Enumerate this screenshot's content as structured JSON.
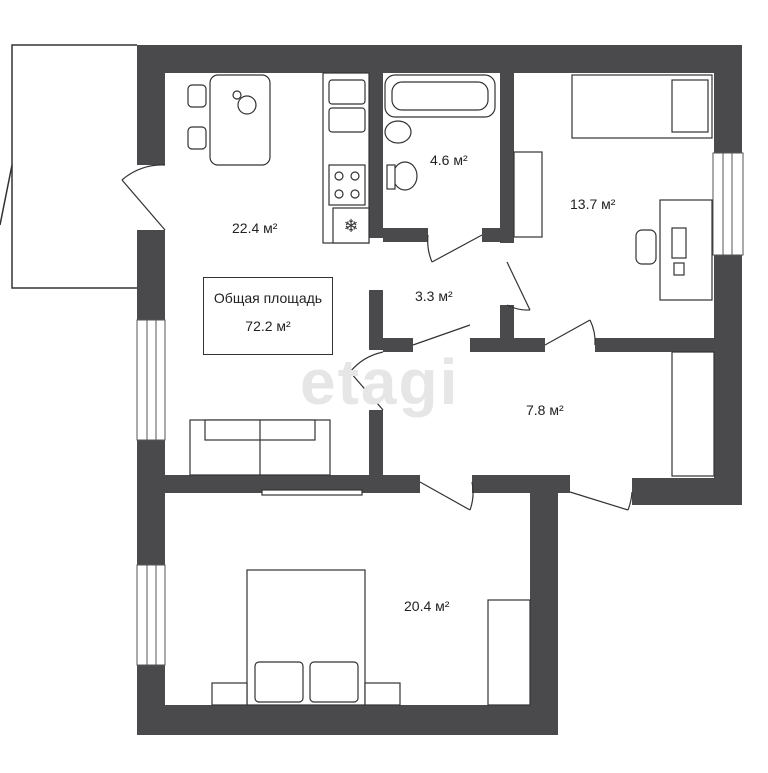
{
  "rooms": {
    "kitchen_living": {
      "area": "22.4 м²"
    },
    "bathroom": {
      "area": "4.6 м²"
    },
    "bedroom_small": {
      "area": "13.7 м²"
    },
    "wc_storage": {
      "area": "3.3 м²"
    },
    "hallway": {
      "area": "7.8 м²"
    },
    "bedroom_large": {
      "area": "20.4 м²"
    }
  },
  "total": {
    "label": "Общая площадь",
    "value": "72.2 м²"
  },
  "watermark": {
    "text": "etagi"
  },
  "colors": {
    "wall": "#4a4a4c",
    "furniture": "#333333",
    "background": "#ffffff"
  }
}
